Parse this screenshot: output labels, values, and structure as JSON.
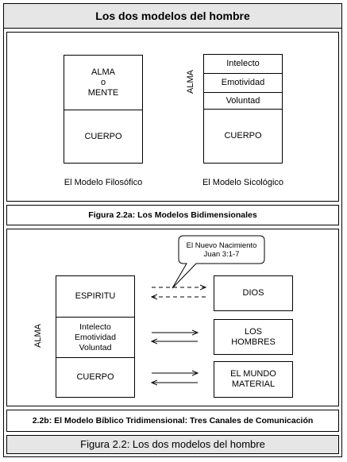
{
  "header": {
    "title": "Los dos modelos del hombre"
  },
  "model_a": {
    "filosofico": {
      "top_lines": [
        "ALMA",
        "o",
        "MENTE"
      ],
      "bottom": "CUERPO",
      "caption": "El Modelo Filosófico"
    },
    "sicologico": {
      "side_label": "ALMA",
      "parts": [
        "Intelecto",
        "Emotividad",
        "Voluntad"
      ],
      "bottom": "CUERPO",
      "caption": "El Modelo Sicológico"
    },
    "figure_caption": "Figura 2.2a: Los Modelos Bidimensionales"
  },
  "model_b": {
    "callout_lines": [
      "El Nuevo Nacimiento",
      "Juan 3:1-7"
    ],
    "side_label": "ALMA",
    "left": {
      "spirit": "ESPIRITU",
      "soul_lines": [
        "Intelecto",
        "Emotividad",
        "Voluntad"
      ],
      "body": "CUERPO"
    },
    "right": {
      "god": "DIOS",
      "men_lines": [
        "LOS",
        "HOMBRES"
      ],
      "world_lines": [
        "EL MUNDO",
        "MATERIAL"
      ]
    },
    "figure_caption": "2.2b: El Modelo Bíblico Tridimensional: Tres Canales de Comunicación"
  },
  "footer": {
    "caption": "Figura 2.2: Los dos modelos del hombre"
  }
}
